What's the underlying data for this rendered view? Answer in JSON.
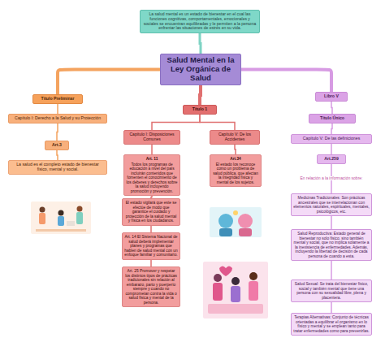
{
  "diagram": {
    "nodes": [
      {
        "text": [
          "La salud mental es un estado de bienestar en el cual las funciones cognitivas, comportamentales, emocionales y sociales se encuentran equilibradas y le permiten a la persona enfrentar las situaciones de estrés en su vida."
        ]
      },
      {
        "text": [
          "Salud Mental en la Ley Orgánica de Salud"
        ]
      },
      {
        "text": [
          "Título Preliminar"
        ]
      },
      {
        "text": [
          "Capítulo I: Derecho a la Salud y su Protección"
        ]
      },
      {
        "text": [
          "Art.3"
        ]
      },
      {
        "text": [
          "La salud es el completo estado de bienestar físico, mental y social."
        ]
      },
      {
        "text": [
          "Título 1"
        ]
      },
      {
        "text": [
          "Capítulo I: Disposiciones Comunes"
        ]
      },
      {
        "text": [
          "Capítulo V: De los Accidentes"
        ]
      },
      {
        "text": [
          "Art. 11",
          "Todos los programas de educación a nivel del país incluirán contenidos que fomenten el conocimiento de los deberes y derechos sobre la salud incluyendo promoción y prevención."
        ]
      },
      {
        "text": [
          "Art.34",
          "El estado los reconoce como un problema de salud pública, que afectan la integridad física y mental de los sujetos."
        ]
      },
      {
        "text": [
          "El estado vigilará que este se efectúe de modo que garantice el cuidado y protección de la salud mental y física en los ciudadanos."
        ]
      },
      {
        "text": [
          "Art. 14 El Sistema Nacional de salud deberá implementar planes y programas que hablen de salud mental con un enfoque familiar y comunitario."
        ]
      },
      {
        "text": [
          "Art. 25 Promover y respetar los distintos tipos de prácticas tradicionales sin relación al embarazo, parto y puerperio siempre y cuando no comprometan contra la vida o salud física y mental de la persona."
        ]
      },
      {
        "text": [
          "Libro V"
        ]
      },
      {
        "text": [
          "Título Único"
        ]
      },
      {
        "text": [
          "Capítulo V: De las definiciones"
        ]
      },
      {
        "text": [
          "Art.259"
        ]
      },
      {
        "text": [
          "Medicinas Tradicionales: Son prácticas ancestrales que se interrelacionan con elementos naturales, espirituales, mentales, psicológicos, etc."
        ]
      },
      {
        "text": [
          "Salud Reproductiva: Estado general de bienestar no solo físico, sino también mental y social, que no implica solamente a la inexistencia de enfermedades. Además, incluyendo la libertad de decisión de cada persona de cuando a esta."
        ]
      },
      {
        "text": [
          "Salud Sexual: Se trata del bienestar físico, social y también mental que tiene una persona con su sexualidad libre, plena y placentera."
        ]
      },
      {
        "text": [
          "Terapias Alternativas: Conjunto de técnicas orientadas a equilibrar el organismo en lo físico y mental y se emplean tanto para tratar enfermedades como para prevenirlas."
        ]
      }
    ],
    "edges": [
      {
        "from": 1,
        "to": 0,
        "arrow": "none"
      },
      {
        "from": 1,
        "to": 2,
        "arrow": "none"
      },
      {
        "from": 2,
        "to": 3,
        "arrow": "none"
      },
      {
        "from": 3,
        "to": 4,
        "arrow": "none"
      },
      {
        "from": 4,
        "to": 5,
        "arrow": "none"
      },
      {
        "from": 1,
        "to": 6,
        "arrow": "none"
      },
      {
        "from": 6,
        "to": 7,
        "arrow": "none"
      },
      {
        "from": 6,
        "to": 8,
        "arrow": "none"
      },
      {
        "from": 7,
        "to": 9,
        "arrow": "none"
      },
      {
        "from": 9,
        "to": 11,
        "arrow": "none"
      },
      {
        "from": 11,
        "to": 12,
        "arrow": "none"
      },
      {
        "from": 12,
        "to": 13,
        "arrow": "none"
      },
      {
        "from": 8,
        "to": 10,
        "arrow": "none"
      },
      {
        "from": 1,
        "to": 14,
        "arrow": "none"
      },
      {
        "from": 14,
        "to": 15,
        "arrow": "none"
      },
      {
        "from": 15,
        "to": 16,
        "arrow": "none"
      },
      {
        "from": 16,
        "to": 17,
        "arrow": "none"
      },
      {
        "from": 17,
        "to": 18,
        "label": "En relación a la información sobre:",
        "arrow": "none"
      },
      {
        "from": 18,
        "to": 19,
        "arrow": "none"
      },
      {
        "from": 19,
        "to": 20,
        "arrow": "none"
      },
      {
        "from": 20,
        "to": 21,
        "arrow": "none"
      }
    ]
  }
}
